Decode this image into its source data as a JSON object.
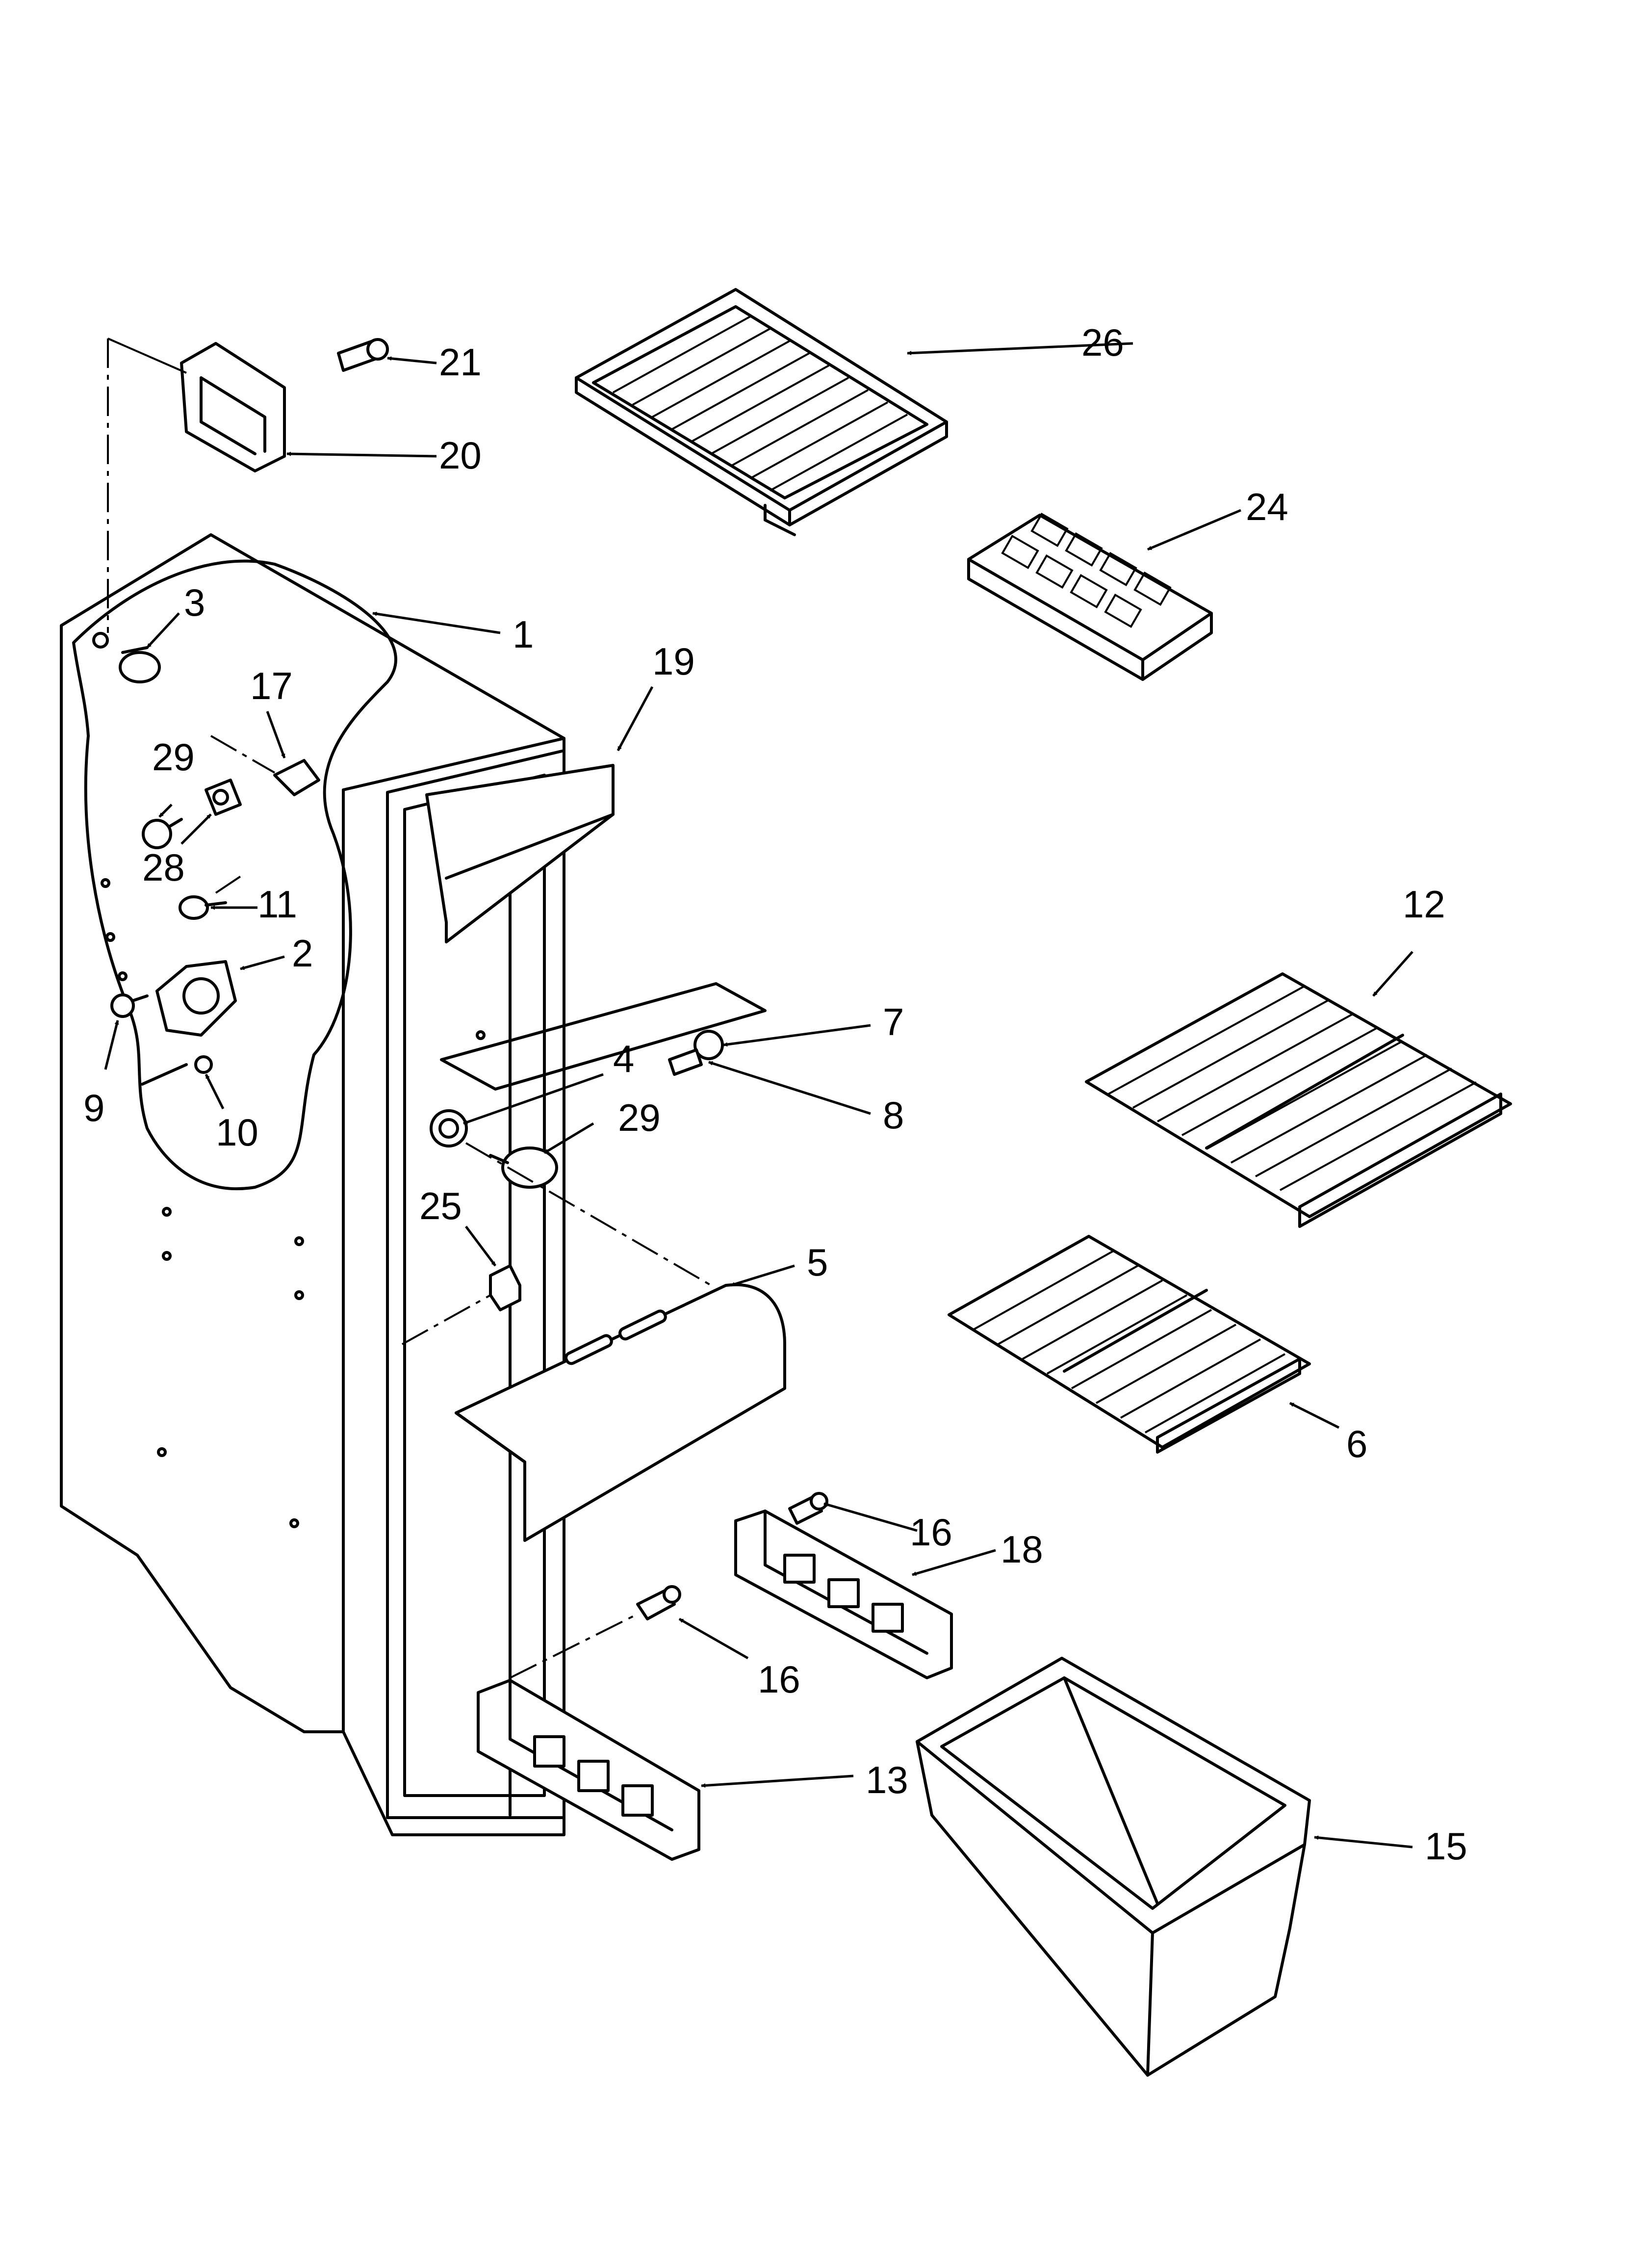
{
  "callouts": [
    {
      "id": "c1",
      "text": "1"
    },
    {
      "id": "c2",
      "text": "2"
    },
    {
      "id": "c3",
      "text": "3"
    },
    {
      "id": "c4",
      "text": "4"
    },
    {
      "id": "c5",
      "text": "5"
    },
    {
      "id": "c6",
      "text": "6"
    },
    {
      "id": "c7",
      "text": "7"
    },
    {
      "id": "c8",
      "text": "8"
    },
    {
      "id": "c9",
      "text": "9"
    },
    {
      "id": "c10",
      "text": "10"
    },
    {
      "id": "c11",
      "text": "11"
    },
    {
      "id": "c12",
      "text": "12"
    },
    {
      "id": "c13",
      "text": "13"
    },
    {
      "id": "c15",
      "text": "15"
    },
    {
      "id": "c16a",
      "text": "16"
    },
    {
      "id": "c16b",
      "text": "16"
    },
    {
      "id": "c17",
      "text": "17"
    },
    {
      "id": "c18",
      "text": "18"
    },
    {
      "id": "c19",
      "text": "19"
    },
    {
      "id": "c20",
      "text": "20"
    },
    {
      "id": "c21",
      "text": "21"
    },
    {
      "id": "c24",
      "text": "24"
    },
    {
      "id": "c25",
      "text": "25"
    },
    {
      "id": "c26",
      "text": "26"
    },
    {
      "id": "c28",
      "text": "28"
    },
    {
      "id": "c29a",
      "text": "29"
    },
    {
      "id": "c29b",
      "text": "29"
    }
  ]
}
